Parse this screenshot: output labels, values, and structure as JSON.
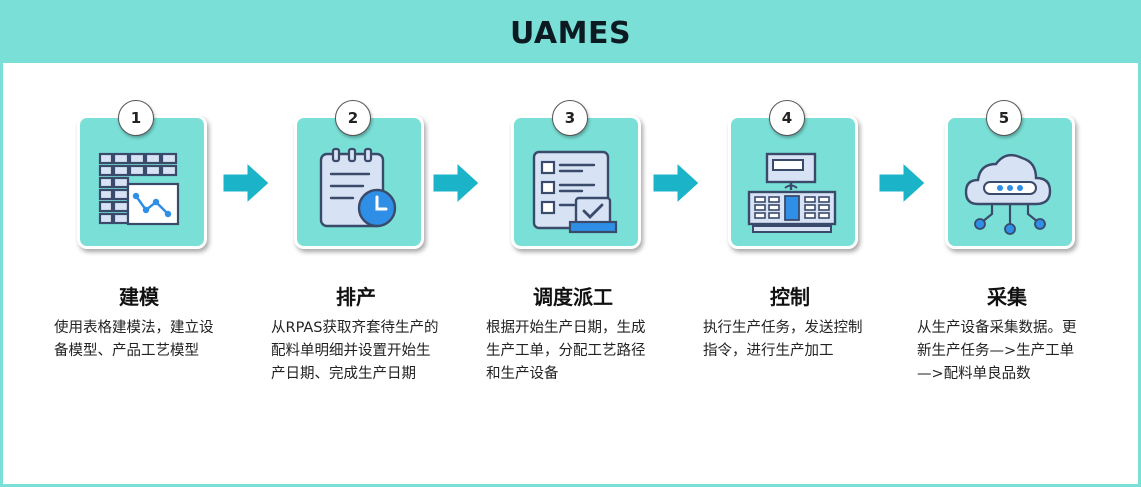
{
  "header": {
    "title": "UAMES"
  },
  "steps": [
    {
      "number": "1",
      "title": "建模",
      "desc": "使用表格建模法，建立设备模型、产品工艺模型",
      "icon": "spreadsheet-chart-icon"
    },
    {
      "number": "2",
      "title": "排产",
      "desc": "从RPAS获取齐套待生产的配料单明细并设置开始生产日期、完成生产日期",
      "icon": "clipboard-clock-icon"
    },
    {
      "number": "3",
      "title": "调度派工",
      "desc": "根据开始生产日期，生成生产工单，分配工艺路径和生产设备",
      "icon": "checklist-icon"
    },
    {
      "number": "4",
      "title": "控制",
      "desc": "执行生产任务，发送控制指令，进行生产加工",
      "icon": "control-panel-icon"
    },
    {
      "number": "5",
      "title": "采集",
      "desc": "从生产设备采集数据。更新生产任务—>生产工单—>配料单良品数",
      "icon": "cloud-network-icon"
    }
  ],
  "colors": {
    "accent": "#7ae0d7",
    "arrow": "#1ab3c8",
    "icon_fill": "#d7e3f4",
    "icon_stroke": "#3a4a6b",
    "blue": "#2f8fe6"
  }
}
